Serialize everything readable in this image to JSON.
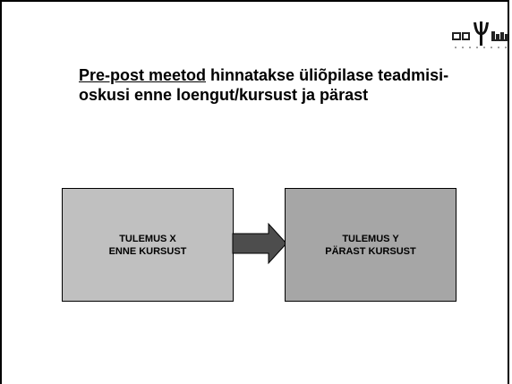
{
  "slide": {
    "title_underlined": "Pre-post meetod",
    "title_rest": " hinnatakse üliõpilase teadmisi-oskusi enne loengut/kursust ja pärast"
  },
  "diagram": {
    "box_x": {
      "line1": "TULEMUS X",
      "line2": "ENNE KURSUST"
    },
    "box_y": {
      "line1": "TULEMUS Y",
      "line2": "PÄRAST KURSUST"
    }
  },
  "colors": {
    "box_x_fill": "#c0c0c0",
    "box_y_fill": "#a6a6a6",
    "arrow_fill": "#4d4d4d"
  },
  "icons": {
    "logo": "university-logo"
  }
}
